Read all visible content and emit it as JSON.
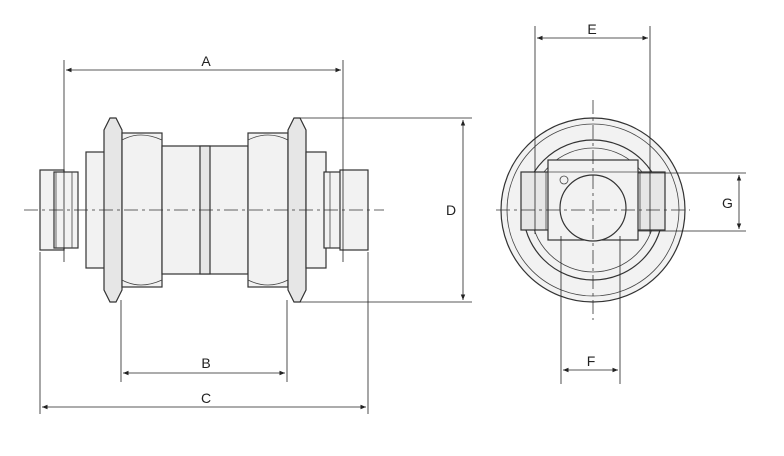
{
  "labels": {
    "a": "A",
    "b": "B",
    "c": "C",
    "d": "D",
    "e": "E",
    "f": "F",
    "g": "G"
  },
  "colors": {
    "line": "#333333",
    "fill": "#f2f2f2",
    "background": "#ffffff"
  }
}
